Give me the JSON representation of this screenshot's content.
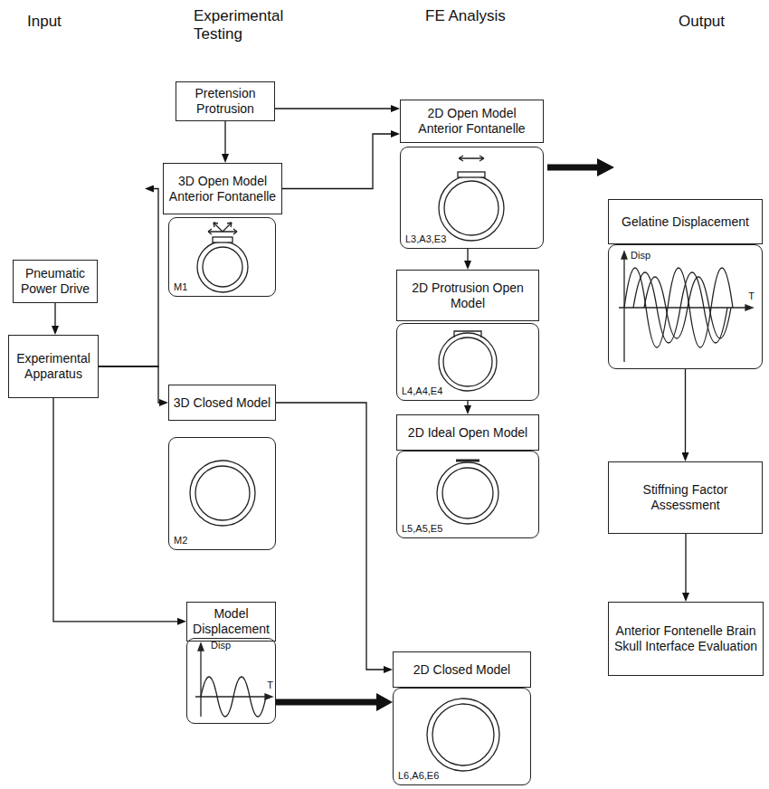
{
  "diagram": {
    "nodes": [
      {
        "text": [
          "Pneumatic Power Drive"
        ]
      },
      {
        "text": [
          "Experimental Apparatus"
        ]
      },
      {
        "text": [
          "Pretension Protrusion"
        ]
      },
      {
        "text": [
          "3D Open Model Anterior Fontanelle"
        ]
      },
      {
        "text": [
          "M1"
        ]
      },
      {
        "text": [
          "3D Closed Model"
        ]
      },
      {
        "text": [
          "M2"
        ]
      },
      {
        "text": [
          "Model Displacement"
        ]
      },
      {
        "text": [
          "Disp",
          "T"
        ]
      },
      {
        "text": [
          "2D Open Model Anterior Fontanelle"
        ]
      },
      {
        "text": [
          "L3,A3,E3"
        ]
      },
      {
        "text": [
          "2D Protrusion Open Model"
        ]
      },
      {
        "text": [
          "L4,A4,E4"
        ]
      },
      {
        "text": [
          "2D Ideal Open Model"
        ]
      },
      {
        "text": [
          "L5,A5,E5"
        ]
      },
      {
        "text": [
          "2D Closed Model"
        ]
      },
      {
        "text": [
          "L6,A6,E6"
        ]
      },
      {
        "text": [
          "Gelatine Displacement"
        ]
      },
      {
        "text": [
          "Disp",
          "T"
        ]
      },
      {
        "text": [
          "Stiffning Factor Assessment"
        ]
      },
      {
        "text": [
          "Anterior Fontenelle Brain Skull Interface Evaluation"
        ]
      }
    ],
    "edges": [
      {
        "from": 0,
        "to": 1,
        "arrow": "to"
      },
      {
        "from": 1,
        "to": 3,
        "arrow": "to"
      },
      {
        "from": 1,
        "to": 5,
        "arrow": "to"
      },
      {
        "from": 1,
        "to": 7,
        "arrow": "to"
      },
      {
        "from": 2,
        "to": 3,
        "arrow": "to"
      },
      {
        "from": 2,
        "to": 9,
        "arrow": "to"
      },
      {
        "from": 3,
        "to": 9,
        "arrow": "to"
      },
      {
        "from": 10,
        "to": 11,
        "arrow": "to"
      },
      {
        "from": 12,
        "to": 13,
        "arrow": "to"
      },
      {
        "from": 5,
        "to": 15,
        "arrow": "to"
      },
      {
        "from": 8,
        "to": 16,
        "arrow": "to"
      },
      {
        "from": 18,
        "to": 19,
        "arrow": "to"
      },
      {
        "from": 19,
        "to": 20,
        "arrow": "to"
      }
    ],
    "labels": [
      "Input",
      "Experimental Testing",
      "FE Analysis",
      "Output"
    ]
  }
}
